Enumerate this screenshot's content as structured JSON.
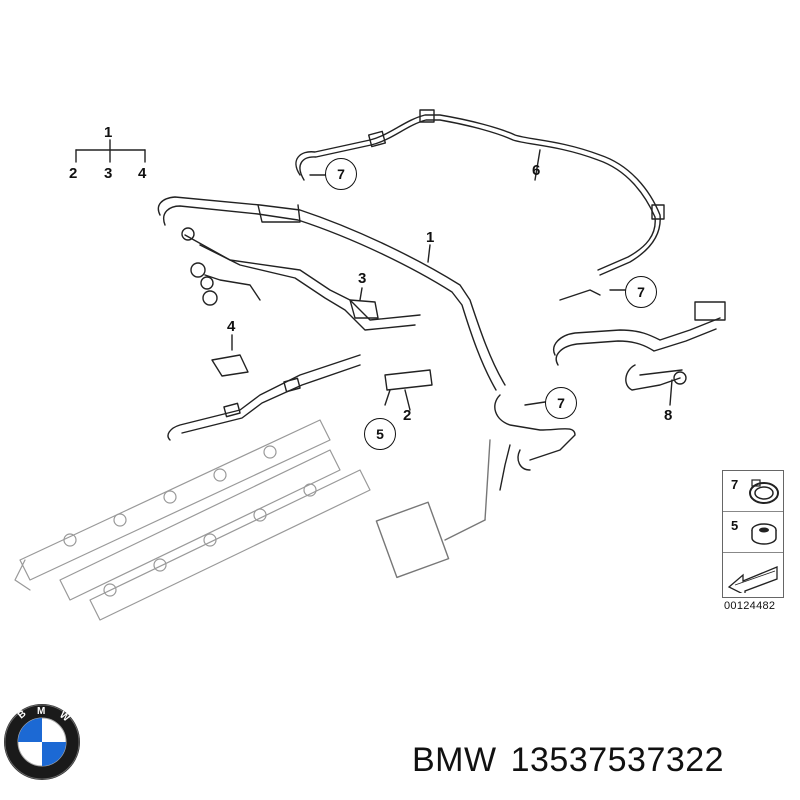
{
  "callouts": {
    "c1_top": "1",
    "c2_left": "2",
    "c3_left": "3",
    "c4_left": "4",
    "c6": "6",
    "c1_main": "1",
    "c3": "3",
    "c4": "4",
    "c2": "2",
    "c8": "8",
    "c7a": "7",
    "c7b": "7",
    "c7c": "7",
    "c5": "5"
  },
  "legend": {
    "item1": "7",
    "item2": "5"
  },
  "diagram_code": "00124482",
  "footer": {
    "brand": "BMW",
    "part_number": "13537537322"
  },
  "logo": {
    "text": "BMW",
    "colors": {
      "ring": "#1a1a1a",
      "blue": "#1c69d4",
      "white": "#ffffff"
    }
  }
}
